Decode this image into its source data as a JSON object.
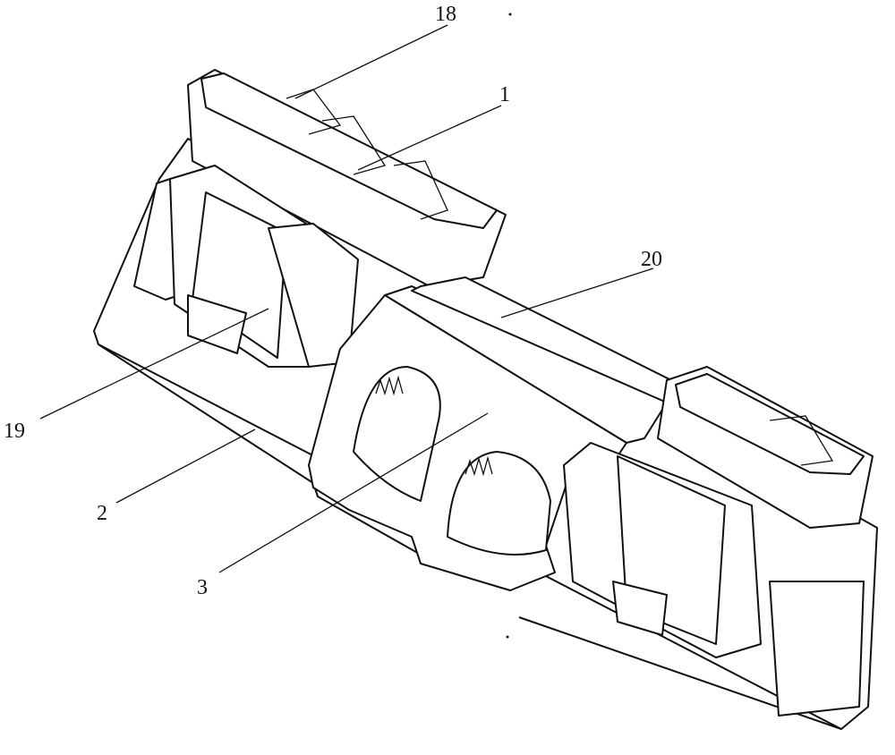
{
  "figure": {
    "labels": {
      "part_18": "18",
      "part_1": "1",
      "part_20": "20",
      "part_19": "19",
      "part_2": "2",
      "part_3": "3"
    }
  }
}
